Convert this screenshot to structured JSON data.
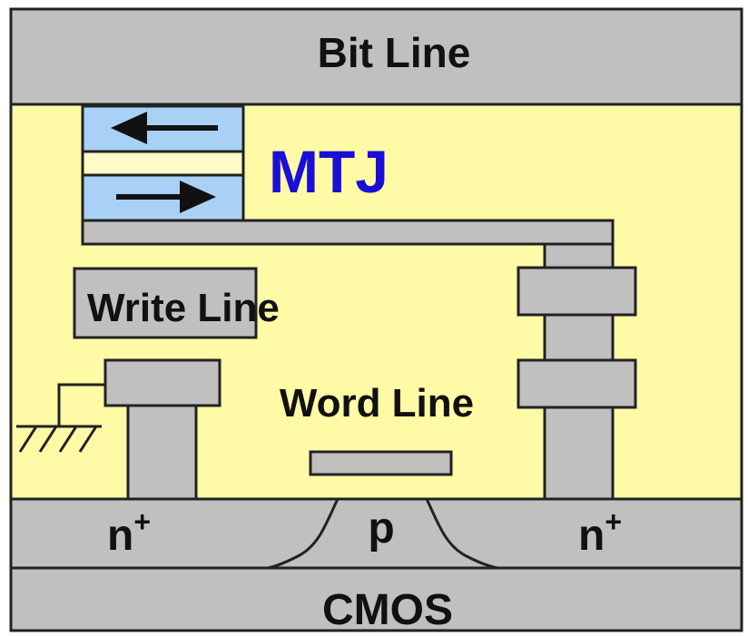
{
  "labels": {
    "bit_line": "Bit Line",
    "mtj": "MTJ",
    "write_line": "Write Line",
    "word_line": "Word Line",
    "n_plus_left_base": "n",
    "n_plus_left_sup": "+",
    "p_region": "p",
    "n_plus_right_base": "n",
    "n_plus_right_sup": "+",
    "cmos": "CMOS"
  },
  "colors": {
    "background": "#fffaa6",
    "metal_gray": "#c0c0c0",
    "mtj_blue": "#a9d1f5",
    "mtj_barrier": "#fffac6",
    "mtj_text": "#1a0fd6",
    "outline": "#222222"
  },
  "icons": {
    "top_arrow": "arrow-left-icon",
    "bottom_arrow": "arrow-right-icon",
    "ground": "ground-icon"
  }
}
